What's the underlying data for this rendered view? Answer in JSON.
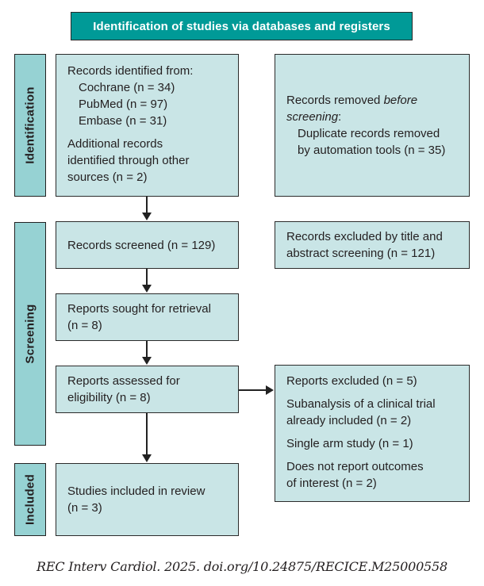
{
  "header": {
    "title": "Identification of studies via databases and registers"
  },
  "phases": {
    "identification": "Identification",
    "screening": "Screening",
    "included": "Included"
  },
  "boxes": {
    "records_identified": {
      "heading": "Records identified from:",
      "sources": [
        "Cochrane (n = 34)",
        "PubMed (n = 97)",
        "Embase (n = 31)"
      ],
      "additional": [
        "Additional records",
        "identified through other",
        "sources (n = 2)"
      ]
    },
    "records_removed": {
      "line1_prefix": "Records removed ",
      "line1_emph": "before",
      "line2_emph": "screening",
      "line2_suffix": ":",
      "detail": [
        "Duplicate records removed",
        "by automation tools (n = 35)"
      ]
    },
    "records_screened": {
      "text": "Records screened (n = 129)"
    },
    "records_excluded": {
      "lines": [
        "Records excluded by title and",
        "abstract screening (n = 121)"
      ]
    },
    "reports_sought": {
      "lines": [
        "Reports sought for retrieval",
        "(n = 8)"
      ]
    },
    "reports_assessed": {
      "lines": [
        "Reports assessed for",
        "eligibility (n = 8)"
      ]
    },
    "reports_excluded": {
      "heading": "Reports excluded (n = 5)",
      "reasons": [
        [
          "Subanalysis of a clinical trial",
          "already included (n = 2)"
        ],
        [
          "Single arm study  (n = 1)"
        ],
        [
          "Does not report outcomes",
          "of interest  (n = 2)"
        ]
      ]
    },
    "studies_included": {
      "lines": [
        "Studies included in review",
        "(n = 3)"
      ]
    }
  },
  "citation": "REC Interv Cardiol. 2025. doi.org/10.24875/RECICE.M25000558",
  "colors": {
    "header_bg": "#009a97",
    "tab_bg": "#96d2d3",
    "box_bg": "#c9e5e6",
    "border": "#2b2b2b"
  }
}
